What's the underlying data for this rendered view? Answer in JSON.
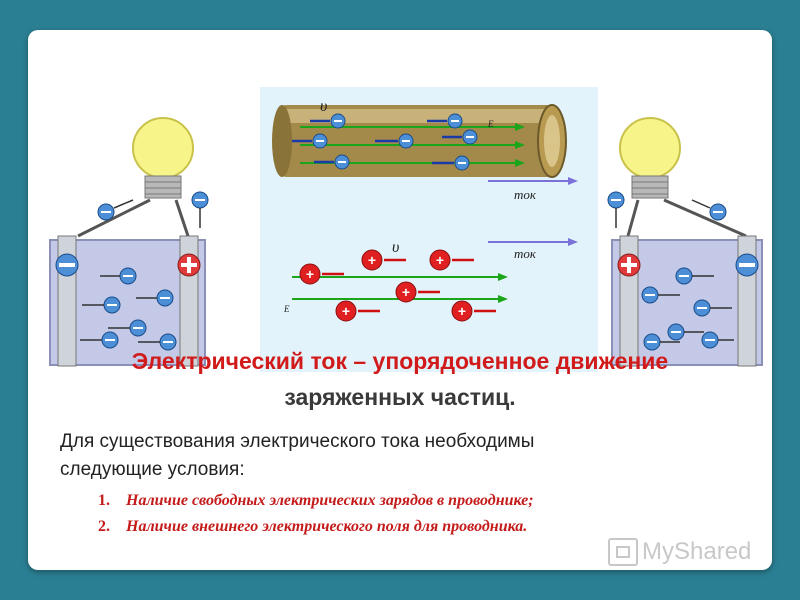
{
  "title": {
    "line1": "Электрический ток – упорядоченное движение",
    "line2": "заряженных частиц."
  },
  "intro": {
    "line1": "Для существования электрического тока необходимы",
    "line2": "следующие условия:"
  },
  "conditions": [
    {
      "num": "1.",
      "text": "Наличие свободных электрических зарядов в проводнике;"
    },
    {
      "num": "2.",
      "text": "Наличие внешнего электрического поля для проводника."
    }
  ],
  "diagram": {
    "tok_label": "ток",
    "v_label": "υ",
    "e_label": "E"
  },
  "watermark": "MyShared",
  "colors": {
    "background": "#2b7f93",
    "title_red": "#d11b1b",
    "electron_blue": "#3b7fd0",
    "ion_red": "#e02020",
    "field_green": "#1aa51a"
  }
}
